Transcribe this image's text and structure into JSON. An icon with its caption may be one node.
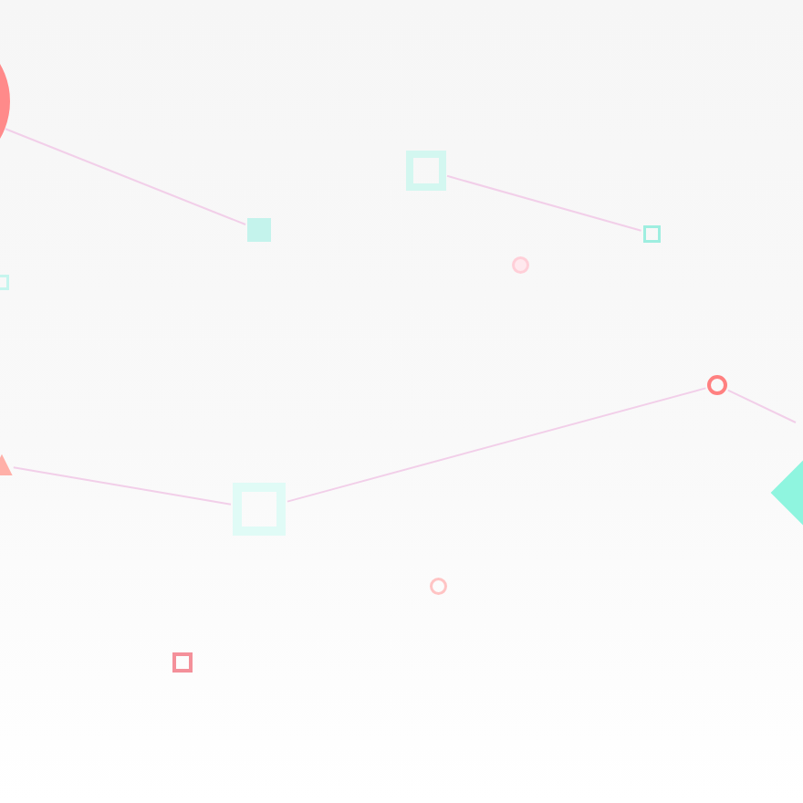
{
  "diagram": {
    "nodes": [
      {
        "text": [],
        "shape": "circle"
      },
      {
        "text": [],
        "shape": "box"
      },
      {
        "text": [],
        "shape": "box"
      },
      {
        "text": [],
        "shape": "box"
      },
      {
        "text": [],
        "shape": "circle"
      },
      {
        "text": [],
        "shape": "box"
      },
      {
        "text": [],
        "shape": "circle"
      },
      {
        "text": [],
        "shape": "triangle"
      },
      {
        "text": [],
        "shape": "diamond"
      },
      {
        "text": [],
        "shape": "box"
      },
      {
        "text": [],
        "shape": "circle"
      },
      {
        "text": [],
        "shape": "box"
      }
    ],
    "edges": [
      {
        "from": 0,
        "to": 2,
        "arrow": "none"
      },
      {
        "from": 1,
        "to": 3,
        "arrow": "none"
      },
      {
        "from": 7,
        "to": 9,
        "arrow": "none"
      },
      {
        "from": 9,
        "to": 6,
        "arrow": "none"
      },
      {
        "from": 6,
        "to": null,
        "arrow": "none"
      }
    ]
  }
}
